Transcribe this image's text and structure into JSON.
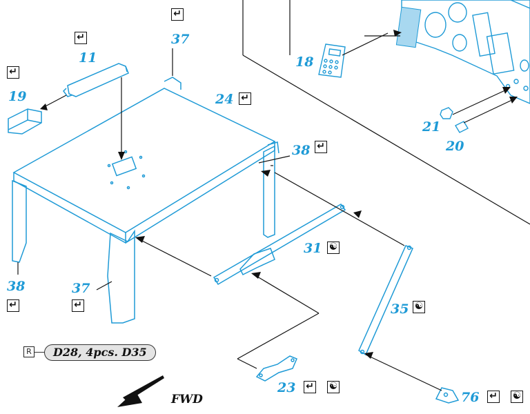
{
  "parts": [
    {
      "id": "label-11",
      "number": "11"
    },
    {
      "id": "label-18",
      "number": "18"
    },
    {
      "id": "label-19",
      "number": "19"
    },
    {
      "id": "label-20",
      "number": "20"
    },
    {
      "id": "label-21",
      "number": "21"
    },
    {
      "id": "label-23",
      "number": "23"
    },
    {
      "id": "label-24",
      "number": "24"
    },
    {
      "id": "label-31",
      "number": "31"
    },
    {
      "id": "label-35",
      "number": "35"
    },
    {
      "id": "label-37-top",
      "number": "37"
    },
    {
      "id": "label-37-leg",
      "number": "37"
    },
    {
      "id": "label-38-right",
      "number": "38"
    },
    {
      "id": "label-38-left",
      "number": "38"
    },
    {
      "id": "label-76",
      "number": "76"
    }
  ],
  "symbols": {
    "check": "↵",
    "bond": "☯",
    "note_icon": "R"
  },
  "note": {
    "text": "D28, 4pcs. D35"
  },
  "direction": {
    "label": "FWD"
  },
  "colors": {
    "label": "#1e9ad6",
    "line": "#1e9ad6",
    "arrow": "#111111",
    "decal": "#a8d8f0"
  }
}
